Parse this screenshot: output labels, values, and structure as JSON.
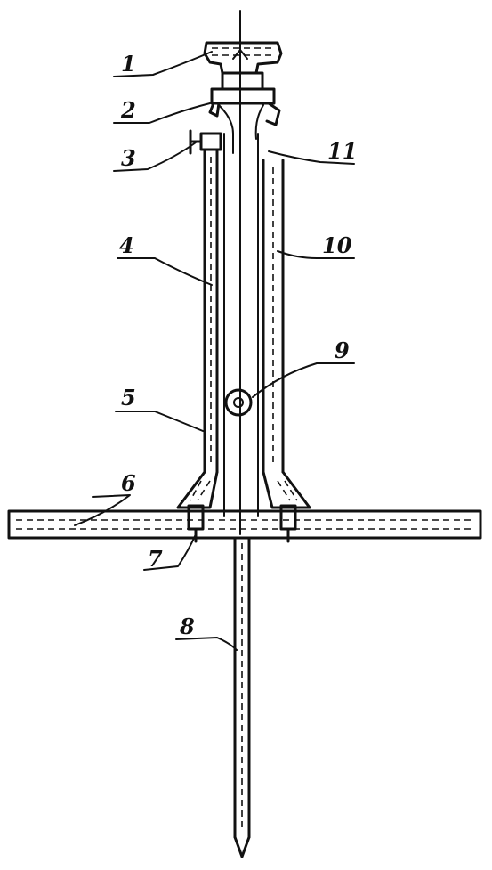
{
  "labels": {
    "l1": "1",
    "l2": "2",
    "l3": "3",
    "l4": "4",
    "l5": "5",
    "l6": "6",
    "l7": "7",
    "l8": "8",
    "l9": "9",
    "l10": "10",
    "l11": "11"
  }
}
